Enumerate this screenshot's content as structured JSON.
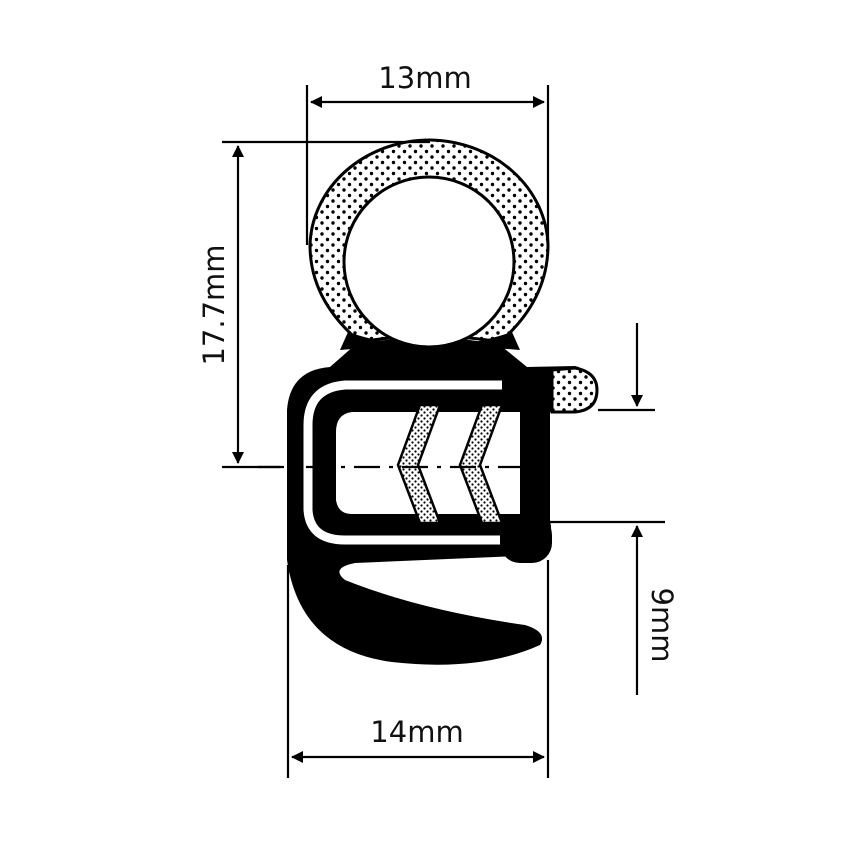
{
  "colors": {
    "ink": "#000000",
    "background": "#ffffff",
    "foam_dot": "#000000"
  },
  "dimensions": {
    "top_width": "13mm",
    "left_height": "17.7mm",
    "bottom_width": "14mm",
    "right_depth": "9mm"
  },
  "profile": {
    "name": "edge-protection-seal-profile",
    "bulb": "sponge-bulb",
    "body": "solid-rubber-u-channel",
    "insert": "metal-clip-insert"
  }
}
